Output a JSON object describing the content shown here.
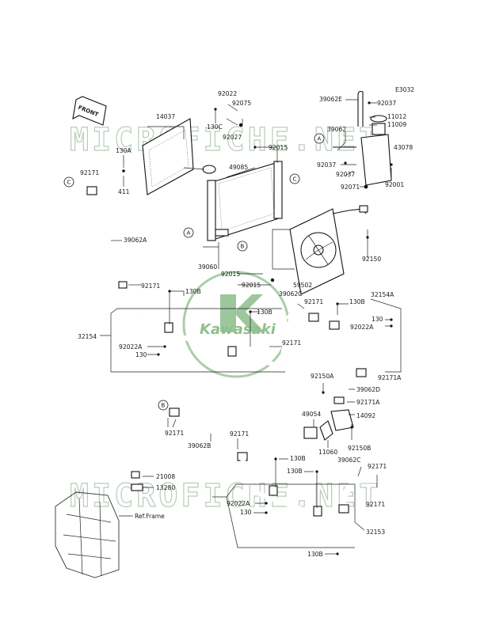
{
  "diagram_code": "E3032",
  "front_label": "FRONT",
  "watermark": "MICROFICHE.NET",
  "brand_logo": "Kawasaki",
  "ref_frame": "Ref.Frame",
  "refs": [
    "A",
    "B",
    "C"
  ],
  "labels": {
    "p14037": "14037",
    "p92022": "92022",
    "p92075": "92075",
    "p130C": "130C",
    "p92027": "92027",
    "p92015a": "92015",
    "p130A": "130A",
    "p49085": "49085",
    "p411": "411",
    "p92171a": "92171",
    "p39062A": "39062A",
    "p39060": "39060",
    "p92015b": "92015",
    "p92015c": "92015",
    "p59502": "59502",
    "p39062E": "39062E",
    "p92037a": "92037",
    "p11012": "11012",
    "p11009": "11009",
    "p39062": "39062",
    "p43078": "43078",
    "p92037b": "92037",
    "p92037c": "92037",
    "p92071": "92071",
    "p92001": "92001",
    "p92150": "92150",
    "p92171b": "92171",
    "p130Ba": "130B",
    "p130Bb": "130B",
    "p32154": "32154",
    "p92022Aa": "92022A",
    "p130a": "130",
    "p39062C": "39062C",
    "p92171c": "92171",
    "p92171d": "92171",
    "p130Bc": "130B",
    "p32154A": "32154A",
    "p130b": "130",
    "p92022Ab": "92022A",
    "p92171A": "92171A",
    "p92150A": "92150A",
    "p39062D": "39062D",
    "p92171Ab": "92171A",
    "p49054": "49054",
    "p14092": "14092",
    "p92150B": "92150B",
    "p11060": "11060",
    "p92171e": "92171",
    "p39062B": "39062B",
    "p92171f": "92171",
    "p130Bd": "130B",
    "p130Be": "130B",
    "p39062Cb": "39062C",
    "p92171g": "92171",
    "p21008": "21008",
    "p13280": "13280",
    "p92022Ac": "92022A",
    "p130c": "130",
    "p92171h": "92171",
    "p32153": "32153",
    "p130Bf": "130B"
  }
}
